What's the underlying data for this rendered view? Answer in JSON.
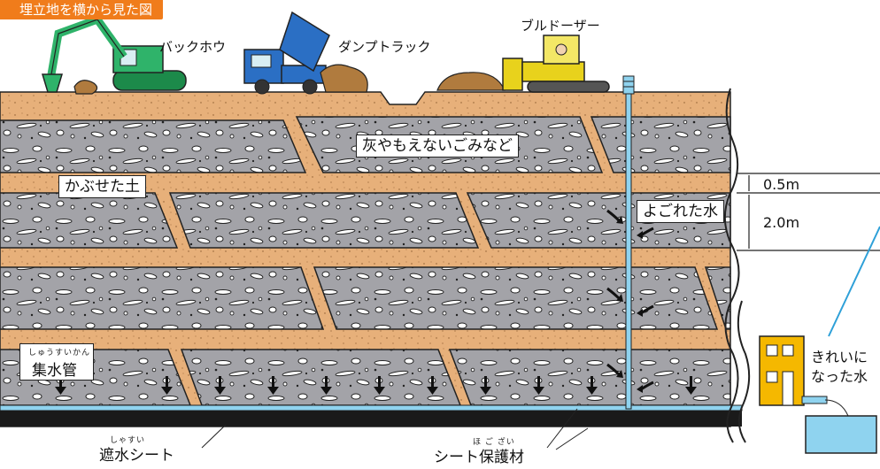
{
  "title": "埋立地を横から見た図",
  "machines": {
    "backhoe": "バックホウ",
    "dump_truck": "ダンプトラック",
    "bulldozer": "ブルドーザー"
  },
  "layers": {
    "waste": "灰やもえないごみなど",
    "cover_soil": "かぶせた土",
    "dirty_water": "よごれた水"
  },
  "dimensions": {
    "cover_thickness": "0.5m",
    "waste_thickness": "2.0m"
  },
  "pipe": {
    "name": "集水管",
    "ruby": "しゅうすいかん"
  },
  "sheet": {
    "name": "遮水シート",
    "ruby": "しゃすい"
  },
  "protection": {
    "name": "シート保護材",
    "ruby": "ほ ご ざい"
  },
  "clean_water": {
    "line1": "きれいに",
    "line2": "なった水"
  },
  "colors": {
    "soil": "#e7b07a",
    "waste": "#a3a3a8",
    "water": "#8fd3ef",
    "sheet": "#1a1a1a",
    "tag": "#f07c1b",
    "building": "#f5b800"
  }
}
